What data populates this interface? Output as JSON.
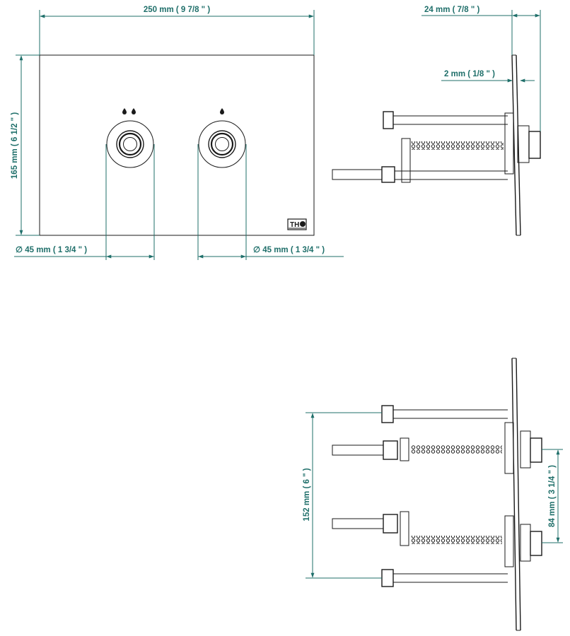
{
  "colors": {
    "dimension": "#1f6f6a",
    "ink": "#1a1a1a",
    "background": "#ffffff"
  },
  "front_view": {
    "width_label": "250 mm ( 9 7/8 \" )",
    "height_label": "165 mm ( 6 1/2 \" )",
    "left_button_diameter_label": "∅ 45 mm ( 1 3/4 \" )",
    "right_button_diameter_label": "∅ 45 mm ( 1 3/4 \" )",
    "logo_text": "TH"
  },
  "side_view": {
    "depth_label": "24 mm ( 7/8 \" )",
    "plate_label": "2 mm ( 1/8 \" )"
  },
  "assembly_view": {
    "rod_spacing_label": "152 mm ( 6 \" )",
    "button_spacing_label": "84 mm ( 3 1/4 \" )"
  }
}
